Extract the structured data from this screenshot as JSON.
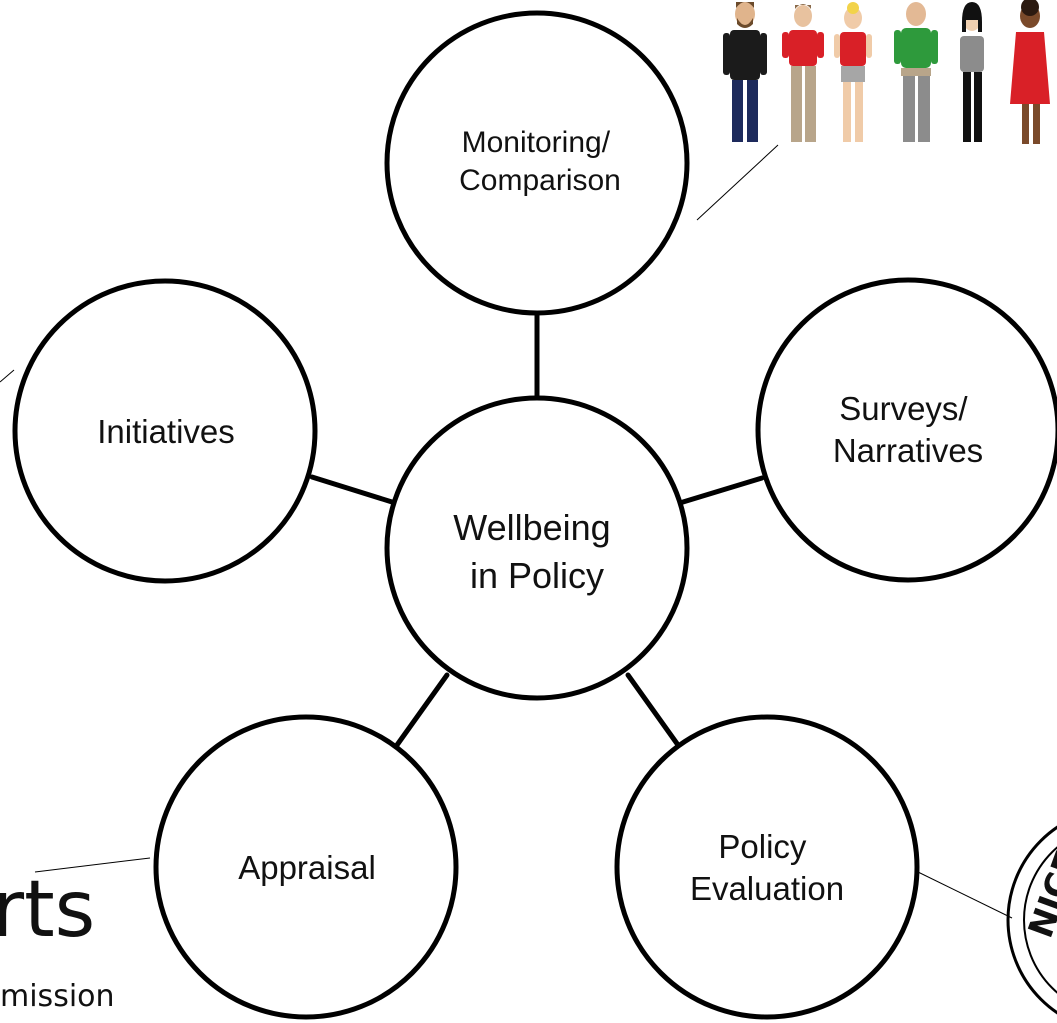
{
  "diagram": {
    "center": {
      "lines": [
        "Wellbeing",
        "in Policy"
      ]
    },
    "nodes": [
      {
        "id": "monitoring",
        "lines": [
          "Monitoring/",
          "Comparison"
        ]
      },
      {
        "id": "surveys",
        "lines": [
          "Surveys/",
          "Narratives"
        ]
      },
      {
        "id": "policy-evaluation",
        "lines": [
          "Policy",
          "Evaluation"
        ]
      },
      {
        "id": "appraisal",
        "lines": [
          "Appraisal"
        ]
      },
      {
        "id": "initiatives",
        "lines": [
          "Initiatives"
        ]
      }
    ]
  },
  "logos": {
    "arts_fragment": "rts",
    "arts_sub_fragment": "mission",
    "seal_fragment": "NICE"
  },
  "colors": {
    "stroke": "#000000",
    "person_red": "#d92027",
    "person_green": "#2e9a3c",
    "person_black": "#1b1b1b",
    "person_navy": "#1d2a5c",
    "person_khaki": "#b8a58a",
    "person_grey": "#8c8c8c"
  }
}
